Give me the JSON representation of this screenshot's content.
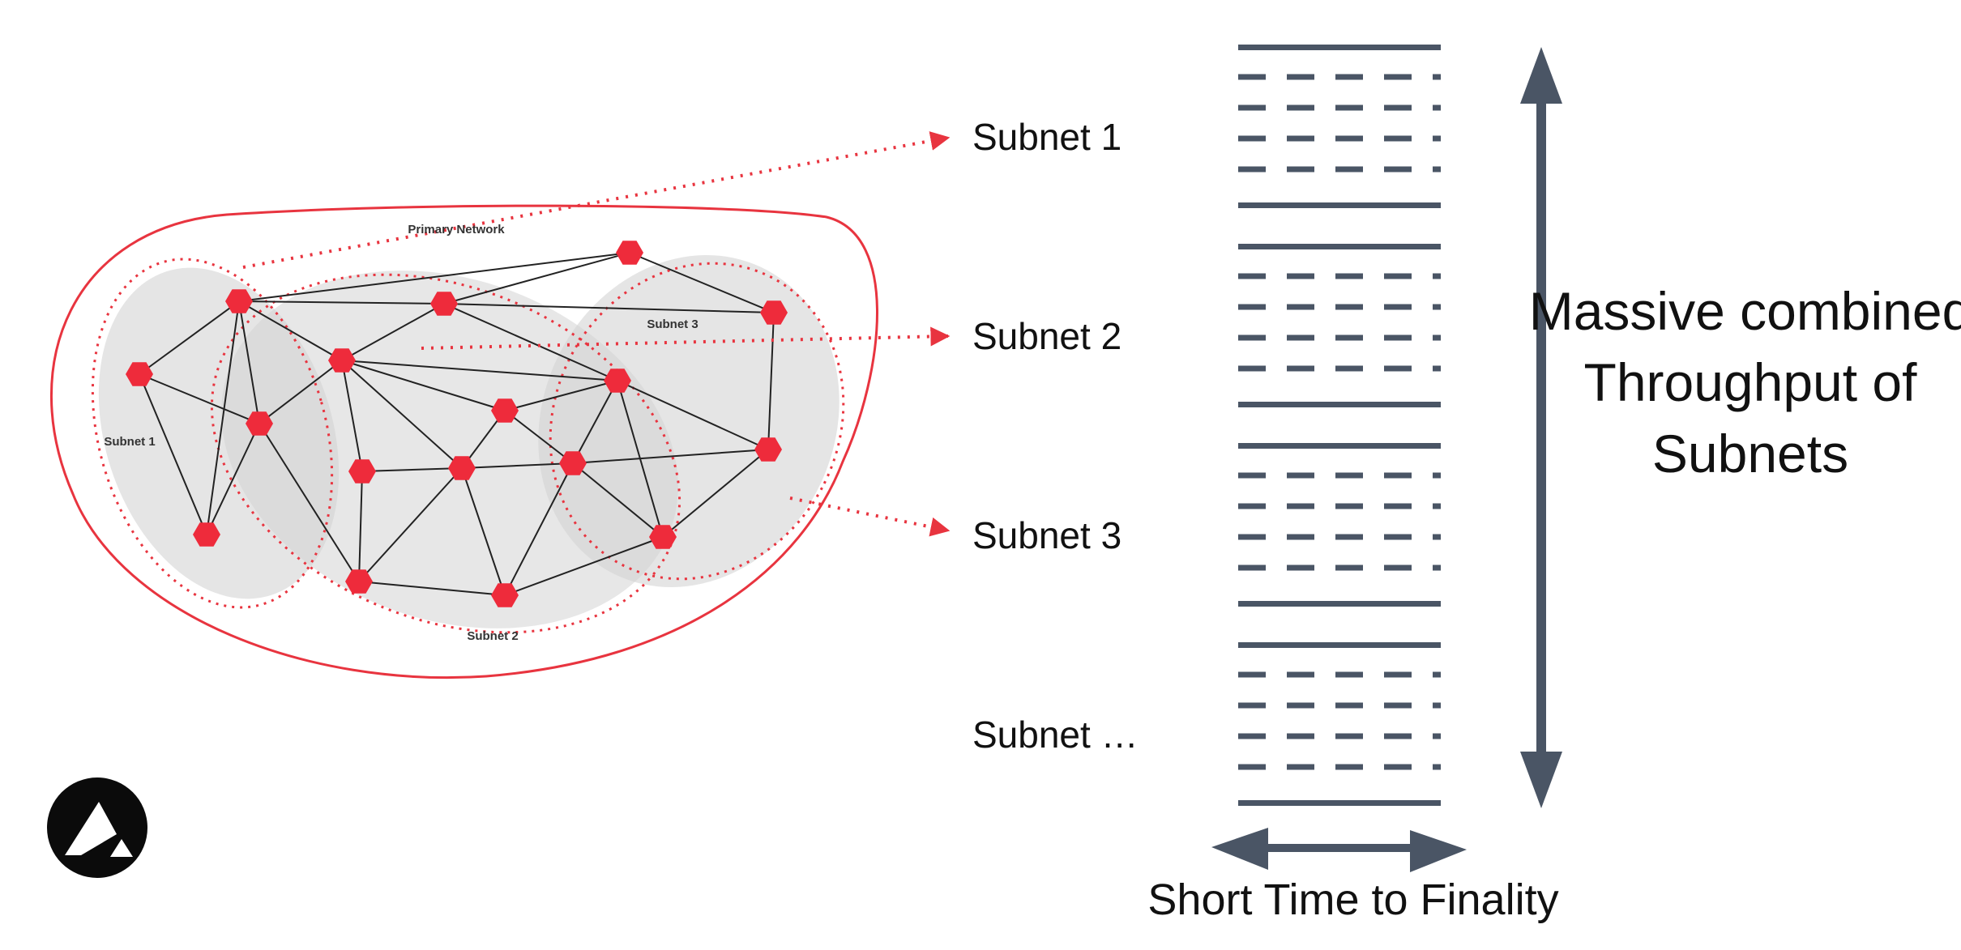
{
  "network": {
    "primary_label": "Primary Network",
    "subnet_labels": [
      "Subnet 1",
      "Subnet 2",
      "Subnet 3"
    ]
  },
  "subnets": [
    "Subnet 1",
    "Subnet 2",
    "Subnet 3",
    "Subnet …"
  ],
  "throughput_label": "Massive combined Throughput of Subnets",
  "finality_label": "Short Time to Finality",
  "colors": {
    "node": "#ee2b3b",
    "boundary": "#e8343f",
    "pointer": "#e8343f",
    "bar": "#4a5565",
    "region": "#d6d6d6",
    "logo": "#0b0b0b"
  },
  "icons": {
    "logo": "avalanche-logo-icon",
    "node": "hexagon-node-icon"
  }
}
